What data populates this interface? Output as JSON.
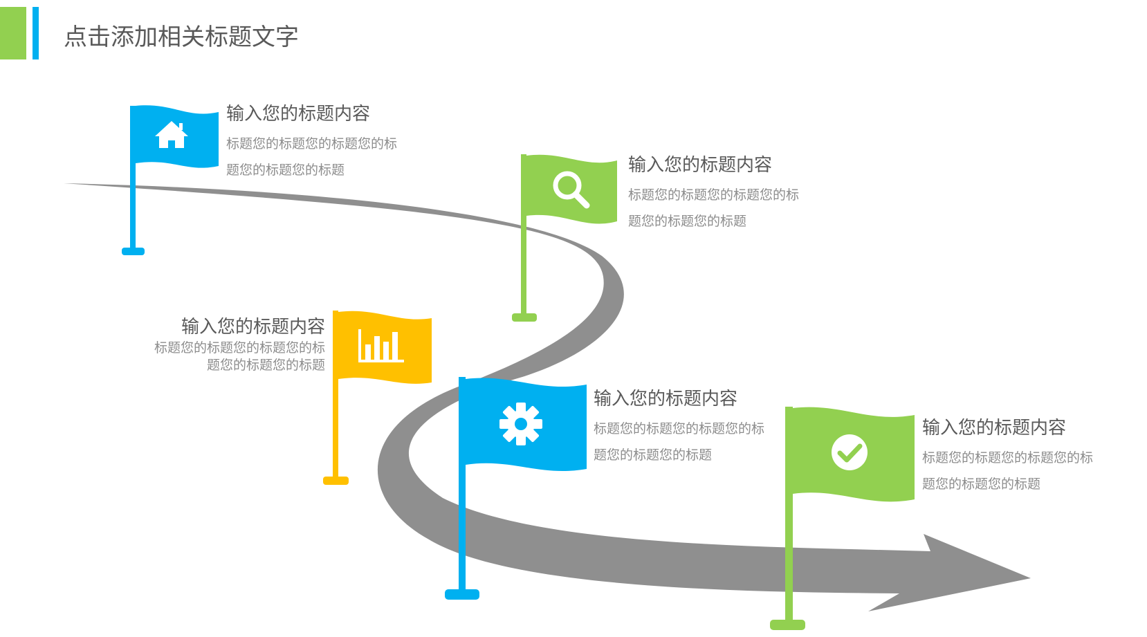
{
  "page": {
    "title": "点击添加相关标题文字"
  },
  "colors": {
    "blue": "#00b0f0",
    "green": "#92d050",
    "yellow": "#ffc000",
    "road": "#8f8f8f",
    "title_text": "#595959",
    "body_text": "#8c8c8c"
  },
  "milestones": [
    {
      "title": "输入您的标题内容",
      "body_line1": "标题您的标题您的标题您的标",
      "body_line2": "题您的标题您的标题",
      "flag_color": "blue",
      "icon": "home-icon"
    },
    {
      "title": "输入您的标题内容",
      "body_line1": "标题您的标题您的标题您的标",
      "body_line2": "题您的标题您的标题",
      "flag_color": "green",
      "icon": "search-icon"
    },
    {
      "title": "输入您的标题内容",
      "body_line1": "标题您的标题您的标题您的标",
      "body_line2": "题您的标题您的标题",
      "flag_color": "yellow",
      "icon": "bar-chart-icon"
    },
    {
      "title": "输入您的标题内容",
      "body_line1": "标题您的标题您的标题您的标",
      "body_line2": "题您的标题您的标题",
      "flag_color": "blue",
      "icon": "gear-icon"
    },
    {
      "title": "输入您的标题内容",
      "body_line1": "标题您的标题您的标题您的标",
      "body_line2": "题您的标题您的标题",
      "flag_color": "green",
      "icon": "checkmark-icon"
    }
  ]
}
